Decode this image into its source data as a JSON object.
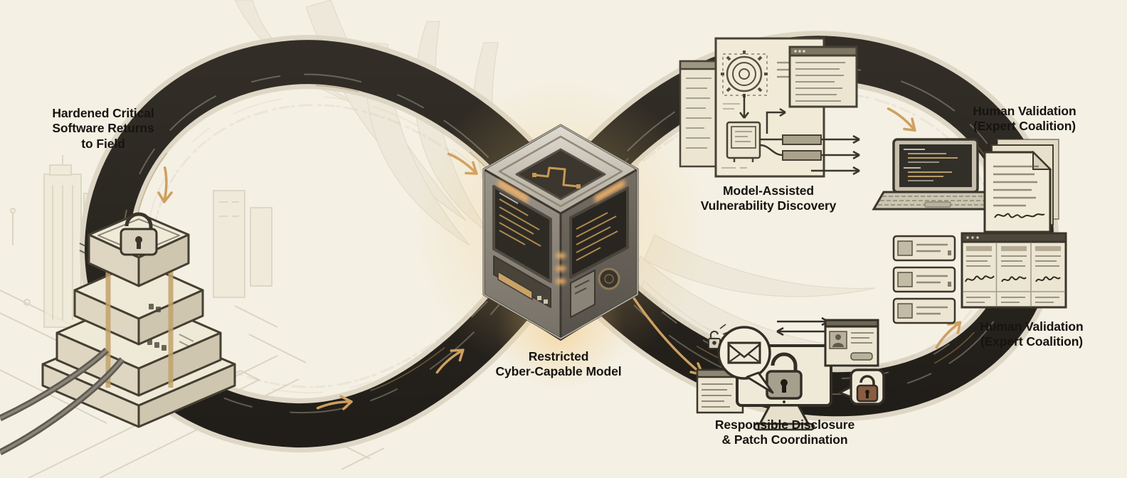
{
  "diagram": {
    "type": "infinity-loop-cycle",
    "labels": {
      "hardened_software": "Hardened Critical\nSoftware Returns\nto Field",
      "restricted_model": "Restricted\nCyber-Capable Model",
      "vulnerability_discovery": "Model-Assisted\nVulnerability Discovery",
      "human_validation_top": "Human Validation\n(Expert Coalition)",
      "human_validation_bottom": "Human Validation\n(Expert Coalition)",
      "responsible_disclosure": "Responsible Disclosure\n& Patch Coordination"
    },
    "colors": {
      "background": "#f4f0e4",
      "loop_band": "#282420",
      "band_halo": "#dcd5c4",
      "arrow_gold": "#cf9f5f",
      "label_text": "#16140f",
      "center_glow": "#f3c987",
      "parchment": "#efe8d5",
      "ink_outline": "#3b362c"
    },
    "icons": [
      "padlock-icon",
      "gear-icon",
      "envelope-icon",
      "monitor-icon",
      "laptop-icon",
      "document-icon",
      "server-stack-icon",
      "model-cube-icon",
      "flow-arrow-icon",
      "contact-card-icon",
      "signature-icon",
      "exchange-arrows-icon"
    ]
  }
}
